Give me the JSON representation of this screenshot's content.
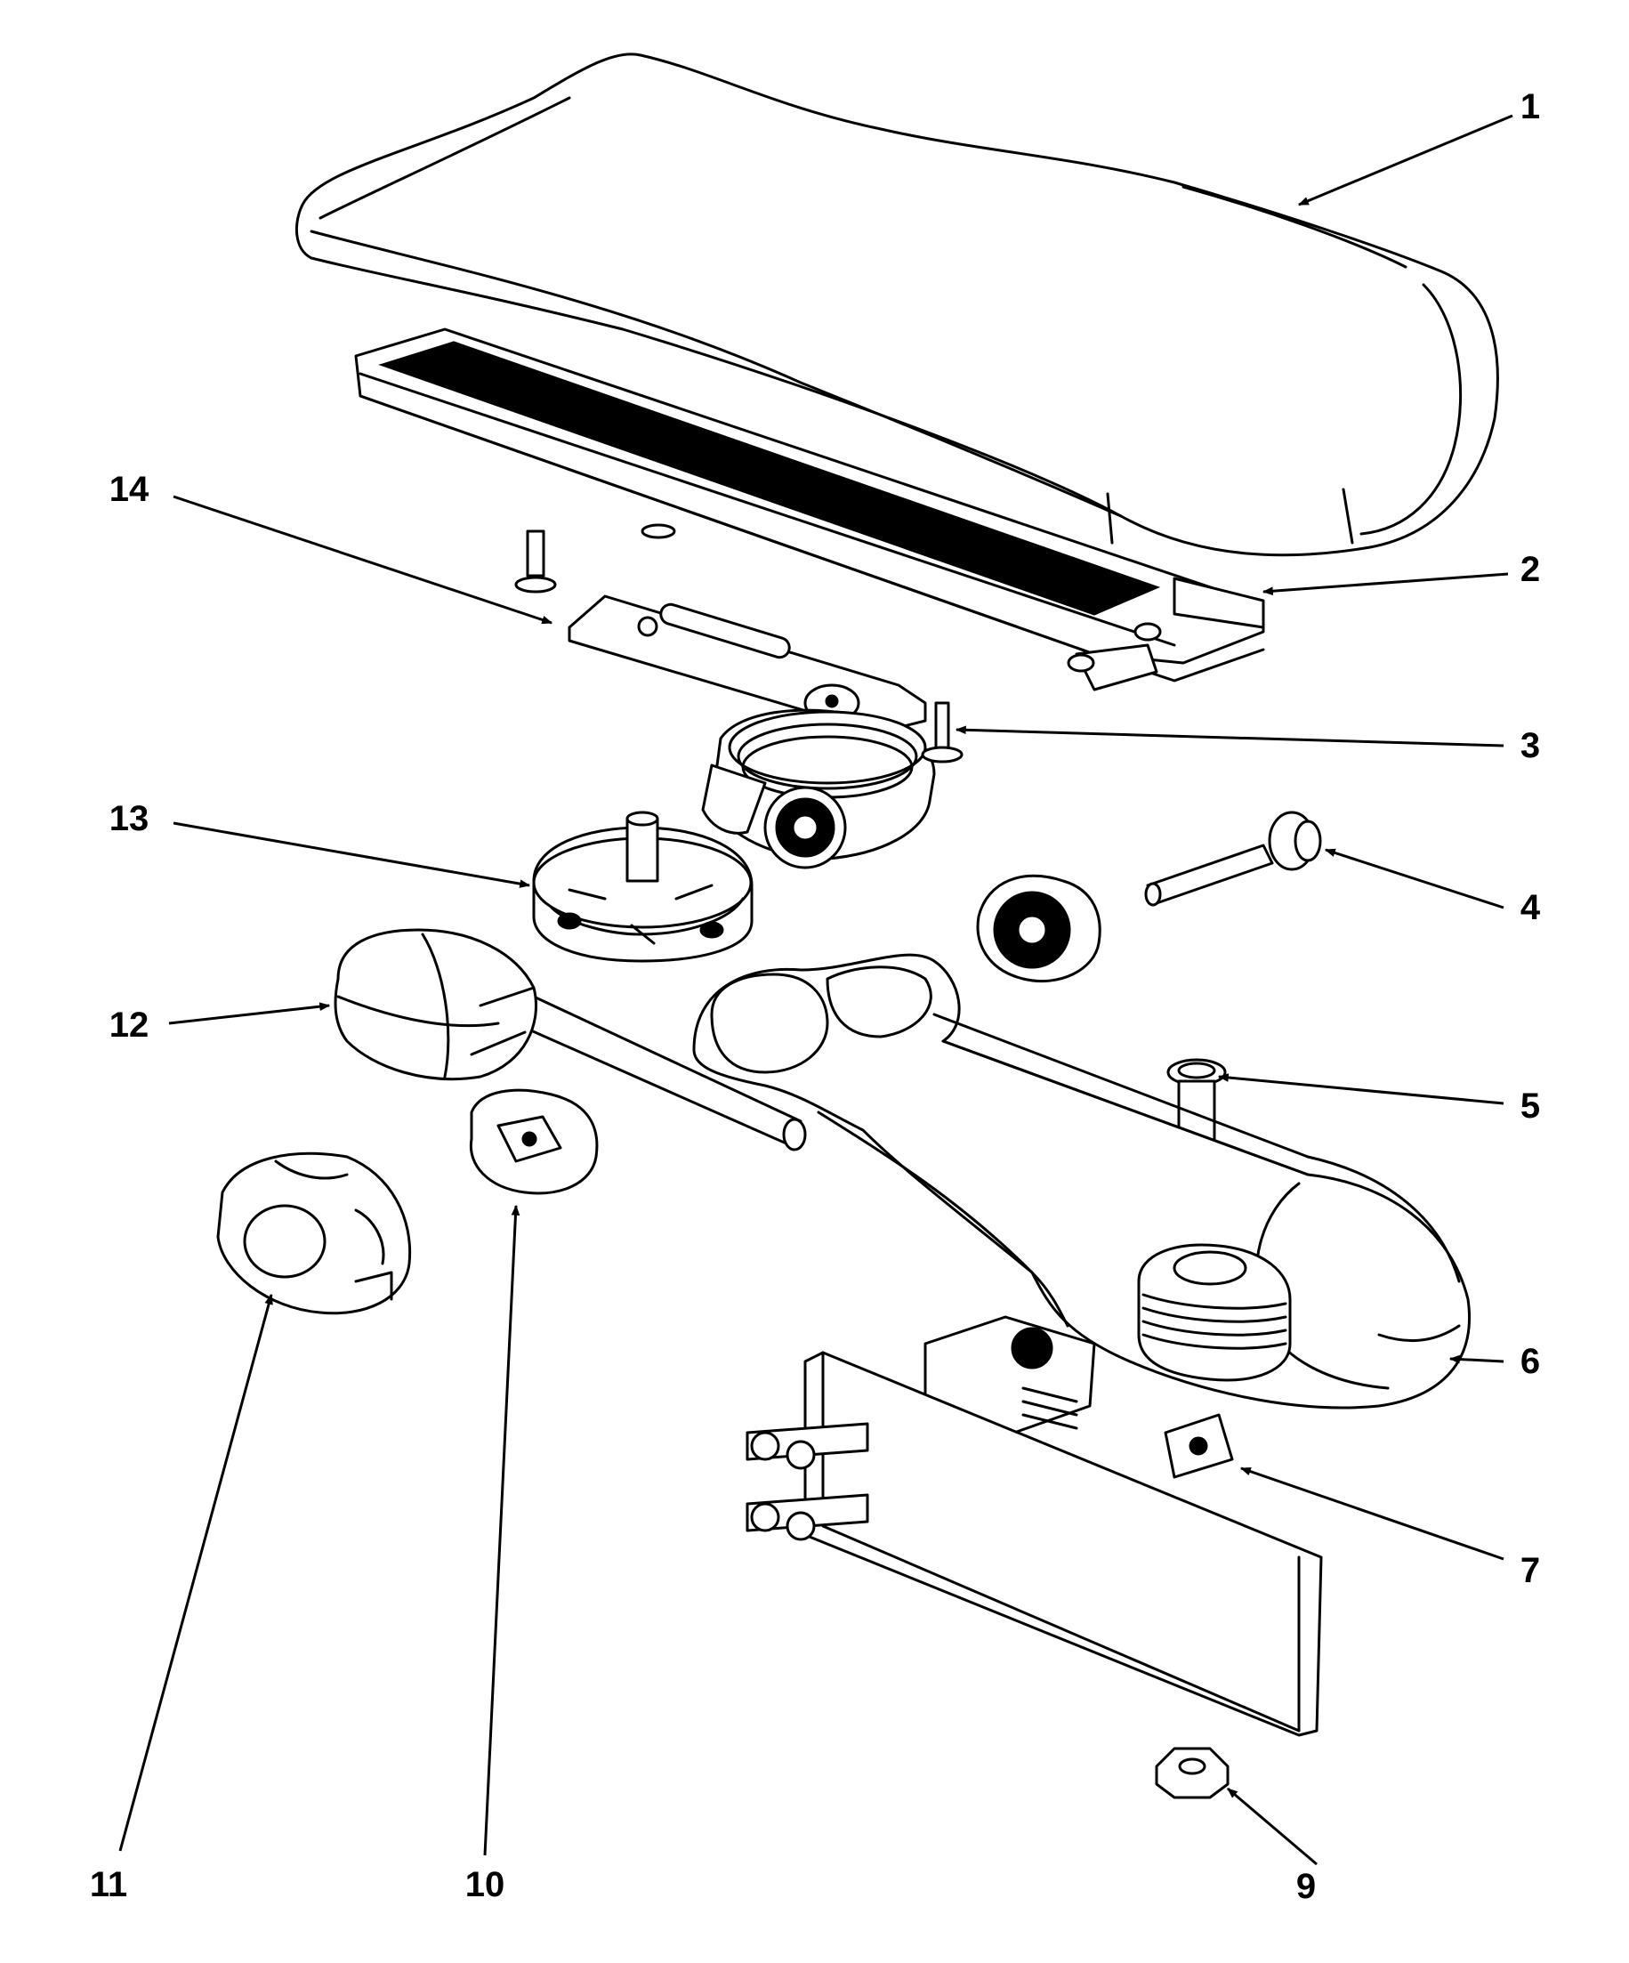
{
  "callouts": [
    {
      "id": "1",
      "label": "1"
    },
    {
      "id": "2",
      "label": "2"
    },
    {
      "id": "3",
      "label": "3"
    },
    {
      "id": "4",
      "label": "4"
    },
    {
      "id": "5",
      "label": "5"
    },
    {
      "id": "6",
      "label": "6"
    },
    {
      "id": "7",
      "label": "7"
    },
    {
      "id": "9",
      "label": "9"
    },
    {
      "id": "10",
      "label": "10"
    },
    {
      "id": "11",
      "label": "11"
    },
    {
      "id": "12",
      "label": "12"
    },
    {
      "id": "13",
      "label": "13"
    },
    {
      "id": "14",
      "label": "14"
    }
  ]
}
